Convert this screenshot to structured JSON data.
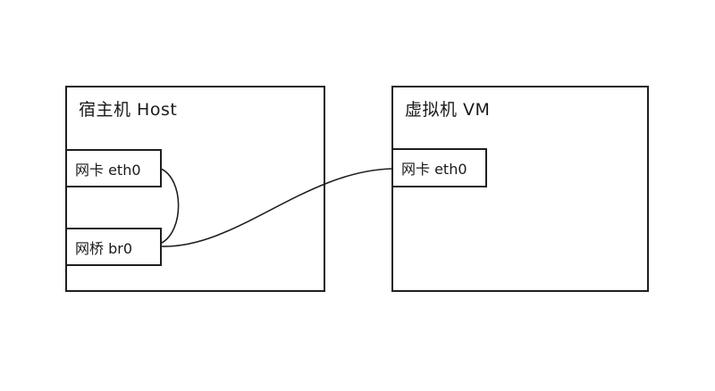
{
  "diagram": {
    "host": {
      "title": "宿主机 Host",
      "nodes": [
        {
          "label": "网卡 eth0"
        },
        {
          "label": "网桥 br0"
        }
      ]
    },
    "vm": {
      "title": "虚拟机 VM",
      "nodes": [
        {
          "label": "网卡 eth0"
        }
      ]
    },
    "connectors": [
      {
        "name": "host-eth0-to-br0",
        "from": "host 网卡 eth0",
        "to": "host 网桥 br0"
      },
      {
        "name": "host-br0-to-vm-eth0",
        "from": "host 网桥 br0",
        "to": "vm 网卡 eth0"
      }
    ],
    "colors": {
      "line": "#1f1f1f",
      "background": "#ffffff",
      "text": "#1a1a1a"
    }
  }
}
